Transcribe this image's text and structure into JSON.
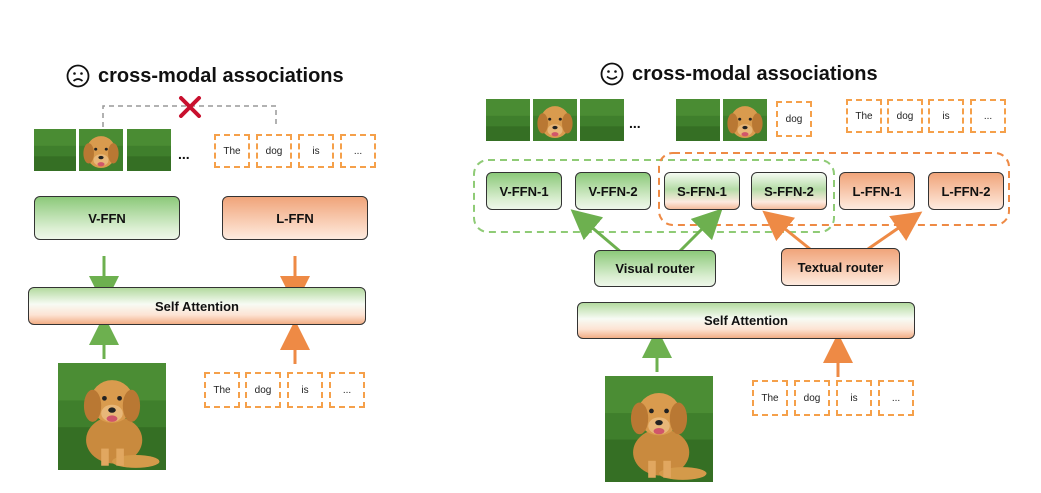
{
  "left": {
    "title": "cross-modal associations",
    "face_icon": "sad-face-icon",
    "patches_ellipsis": "...",
    "tokens": [
      "The",
      "dog",
      "is",
      "..."
    ],
    "v_ffn": "V-FFN",
    "l_ffn": "L-FFN",
    "self_attention": "Self Attention",
    "input_tokens": [
      "The",
      "dog",
      "is",
      "..."
    ],
    "cross_icon": "red-x-icon"
  },
  "right": {
    "title": "cross-modal associations",
    "face_icon": "smile-face-icon",
    "patches_ellipsis": "...",
    "mid_token": "dog",
    "tokens": [
      "The",
      "dog",
      "is",
      "..."
    ],
    "experts": [
      "V-FFN-1",
      "V-FFN-2",
      "S-FFN-1",
      "S-FFN-2",
      "L-FFN-1",
      "L-FFN-2"
    ],
    "visual_router": "Visual router",
    "textual_router": "Textual router",
    "self_attention": "Self Attention",
    "input_tokens": [
      "The",
      "dog",
      "is",
      "..."
    ]
  },
  "colors": {
    "green_arrow": "#6db04f",
    "orange_arrow": "#ee8a45",
    "green_dashed": "#8fcb76",
    "orange_dashed": "#ee8a45",
    "token_border": "#f5a04a",
    "cross": "#c8102e"
  }
}
